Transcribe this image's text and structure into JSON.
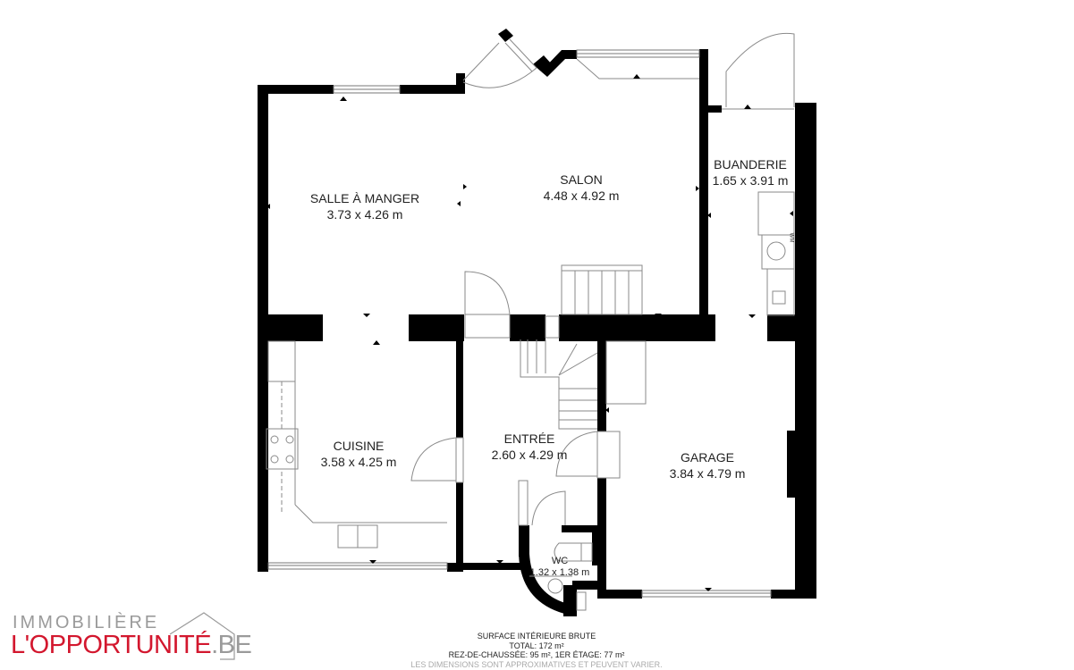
{
  "floorplan": {
    "rooms": [
      {
        "id": "salle-a-manger",
        "name": "SALLE À MANGER",
        "dimensions": "3.73 x 4.26 m"
      },
      {
        "id": "salon",
        "name": "SALON",
        "dimensions": "4.48 x 4.92 m"
      },
      {
        "id": "buanderie",
        "name": "BUANDERIE",
        "dimensions": "1.65 x 3.91 m"
      },
      {
        "id": "cuisine",
        "name": "CUISINE",
        "dimensions": "3.58 x 4.25 m"
      },
      {
        "id": "entree",
        "name": "ENTRÉE",
        "dimensions": "2.60 x 4.29 m"
      },
      {
        "id": "garage",
        "name": "GARAGE",
        "dimensions": "3.84 x 4.79 m"
      },
      {
        "id": "wc",
        "name": "WC",
        "dimensions": "1.32 x 1.38 m"
      }
    ],
    "appliance_labels": {
      "washing_machine": "WM"
    },
    "colors": {
      "wall": "#000000",
      "fixture_line": "#8a8a8a",
      "background": "#ffffff"
    }
  },
  "summary": {
    "title": "SURFACE INTÉRIEURE BRUTE",
    "total": "TOTAL: 172 m²",
    "floors": "REZ-DE-CHAUSSÉE: 95 m², 1ER ÉTAGE: 77 m²",
    "note": "LES DIMENSIONS SONT APPROXIMATIVES ET PEUVENT VARIER."
  },
  "logo": {
    "line1": "IMMOBILIÈRE",
    "line2_main": "L'OPPORTUNITÉ",
    "line2_suffix": ".BE",
    "brand_color": "#d3172e",
    "secondary_color": "#9a9a9a"
  }
}
